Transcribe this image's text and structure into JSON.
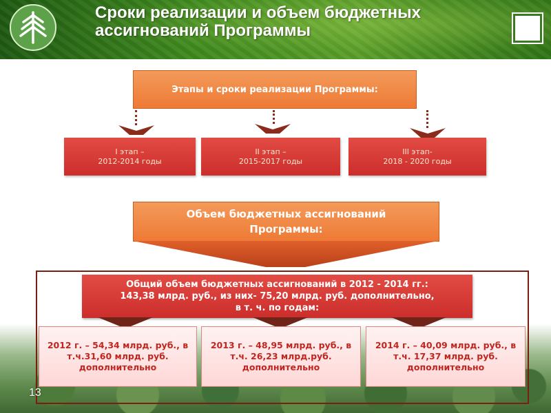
{
  "header": {
    "title_line1": "Сроки реализации и объем бюджетных",
    "title_line2": "ассигнований Программы"
  },
  "stages": {
    "title": "Этапы и сроки реализации Программы:",
    "items": [
      {
        "line1": "I этап –",
        "line2": "2012-2014 годы"
      },
      {
        "line1": "II этап –",
        "line2": "2015-2017 годы"
      },
      {
        "line1": "III этап-",
        "line2": "2018 - 2020 годы"
      }
    ]
  },
  "budget": {
    "title_line1": "Объем бюджетных ассигнований",
    "title_line2": "Программы:",
    "total_line1": "Общий объем бюджетных ассигнований в 2012 - 2014 гг.:",
    "total_line2": "143,38 млрд. руб., из них-  75,20 млрд. руб. дополнительно,",
    "total_line3": "в т. ч. по годам:",
    "years": [
      {
        "line1": "2012 г. – 54,34 млрд. руб.,  в",
        "line2": "т.ч.31,60 млрд. руб.",
        "line3": "дополнительно"
      },
      {
        "line1": "2013 г. – 48,95 млрд. руб., в",
        "line2": "т.ч. 26,23 млрд.руб.",
        "line3": "дополнительно"
      },
      {
        "line1": "2014 г. – 40,09 млрд. руб., в",
        "line2": "т.ч. 17,37 млрд. руб.",
        "line3": "дополнительно"
      }
    ]
  },
  "page_number": "13",
  "colors": {
    "orange": "#ee7a35",
    "red": "#cc2e2b",
    "dark_red": "#7a1e12",
    "green": "#3f8a1e"
  },
  "icons": {
    "logo": "spruce-tree-logo-icon",
    "corner": "square-icon"
  }
}
